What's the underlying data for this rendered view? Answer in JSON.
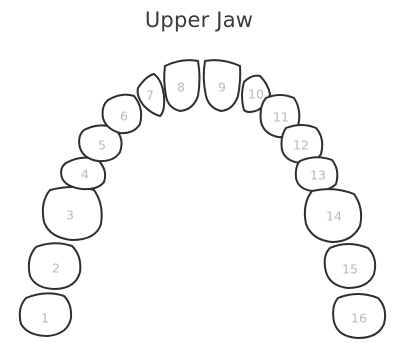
{
  "title": "Upper Jaw",
  "teeth": [
    {
      "number": "1"
    },
    {
      "number": "2"
    },
    {
      "number": "3"
    },
    {
      "number": "4"
    },
    {
      "number": "5"
    },
    {
      "number": "6"
    },
    {
      "number": "7"
    },
    {
      "number": "8"
    },
    {
      "number": "9"
    },
    {
      "number": "10"
    },
    {
      "number": "11"
    },
    {
      "number": "12"
    },
    {
      "number": "13"
    },
    {
      "number": "14"
    },
    {
      "number": "15"
    },
    {
      "number": "16"
    }
  ]
}
